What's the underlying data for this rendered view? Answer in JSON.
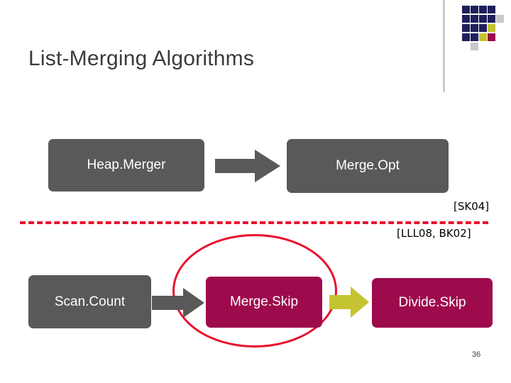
{
  "slide": {
    "title": "List-Merging Algorithms",
    "page_number": "36",
    "colors": {
      "gray_box": "#595959",
      "maroon_box": "#9e0b4d",
      "red_accent": "#e8112d",
      "gray_arrow": "#595959",
      "olive_arrow": "#c4c431",
      "title_text": "#3b3b3b"
    }
  },
  "dot_grid": {
    "name": "decorative-dot-grid",
    "colors": [
      [
        "#1f1f5c",
        "#1f1f5c",
        "#1f1f5c",
        "#1f1f5c",
        "#ffffff"
      ],
      [
        "#1f1f5c",
        "#1f1f5c",
        "#1f1f5c",
        "#1f1f5c",
        "#c8c8c8"
      ],
      [
        "#1f1f5c",
        "#1f1f5c",
        "#1f1f5c",
        "#c4c431",
        "#ffffff"
      ],
      [
        "#1f1f5c",
        "#1f1f5c",
        "#c4c431",
        "#9e0b4d",
        "#ffffff"
      ],
      [
        "#ffffff",
        "#c8c8c8",
        "#ffffff",
        "#ffffff",
        "#ffffff"
      ]
    ]
  },
  "boxes": {
    "heap_merger": "Heap.Merger",
    "merge_opt": "Merge.Opt",
    "scan_count": "Scan.Count",
    "merge_skip": "Merge.Skip",
    "divide_skip": "Divide.Skip"
  },
  "citations": {
    "sk04": "[SK04]",
    "lll08_bk02": "[LLL08, BK02]"
  }
}
